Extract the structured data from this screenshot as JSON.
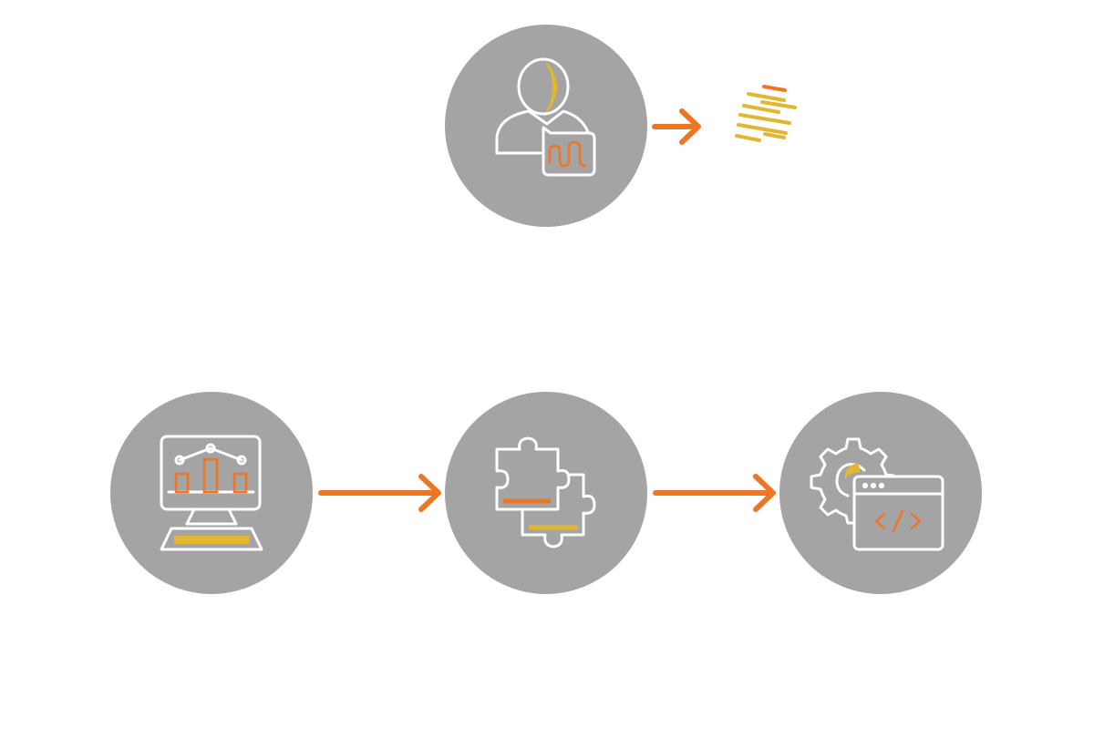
{
  "colors": {
    "background": "#ffffff",
    "circle": "#a3a4a3",
    "line": "#ffffff",
    "orange": "#ee7623",
    "yellow": "#e2b631"
  },
  "nodes": [
    {
      "id": "speaker",
      "icon": "user-speech-icon"
    },
    {
      "id": "analytics",
      "icon": "monitor-chart-icon"
    },
    {
      "id": "integration",
      "icon": "puzzle-pieces-icon"
    },
    {
      "id": "development",
      "icon": "gear-code-window-icon"
    }
  ],
  "output": {
    "icon": "text-lines-icon"
  },
  "connections": [
    {
      "from": "speaker",
      "to": "output"
    },
    {
      "from": "analytics",
      "to": "integration"
    },
    {
      "from": "integration",
      "to": "development"
    }
  ]
}
